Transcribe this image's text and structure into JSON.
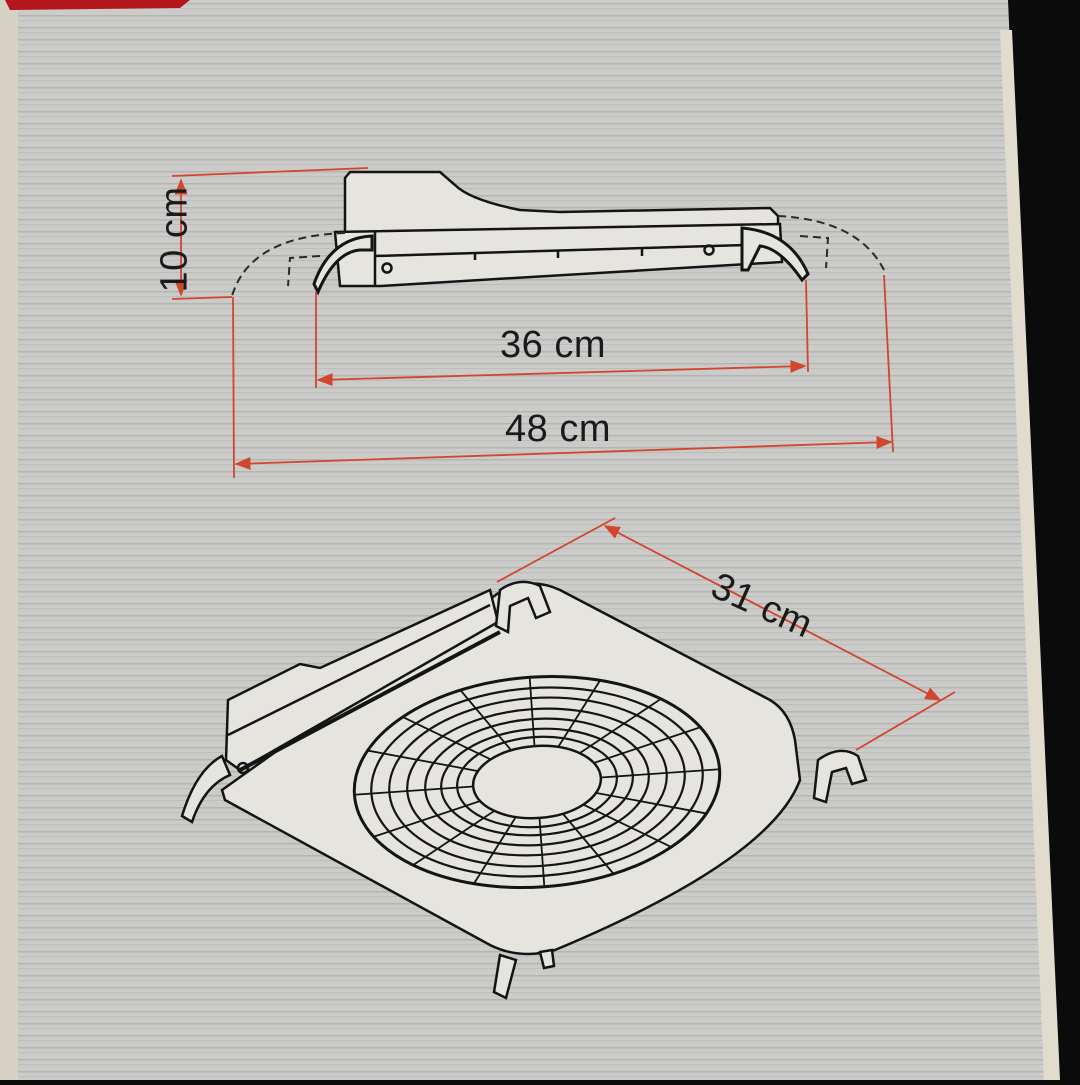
{
  "diagram": {
    "subject": "roof vent fan unit dimension drawing printed on product box",
    "side_view": {
      "height_label": "10 cm",
      "inner_width_label": "36 cm",
      "outer_width_label": "48 cm"
    },
    "perspective_view": {
      "depth_label": "31 cm"
    }
  },
  "colors": {
    "dimension_line": "#d2452e",
    "box_top_stripe": "#b3161b",
    "background_paper": "#c9c9c7",
    "drawing_fill": "#e6e4de",
    "outline": "#141414",
    "backdrop": "#0b0b0b"
  }
}
